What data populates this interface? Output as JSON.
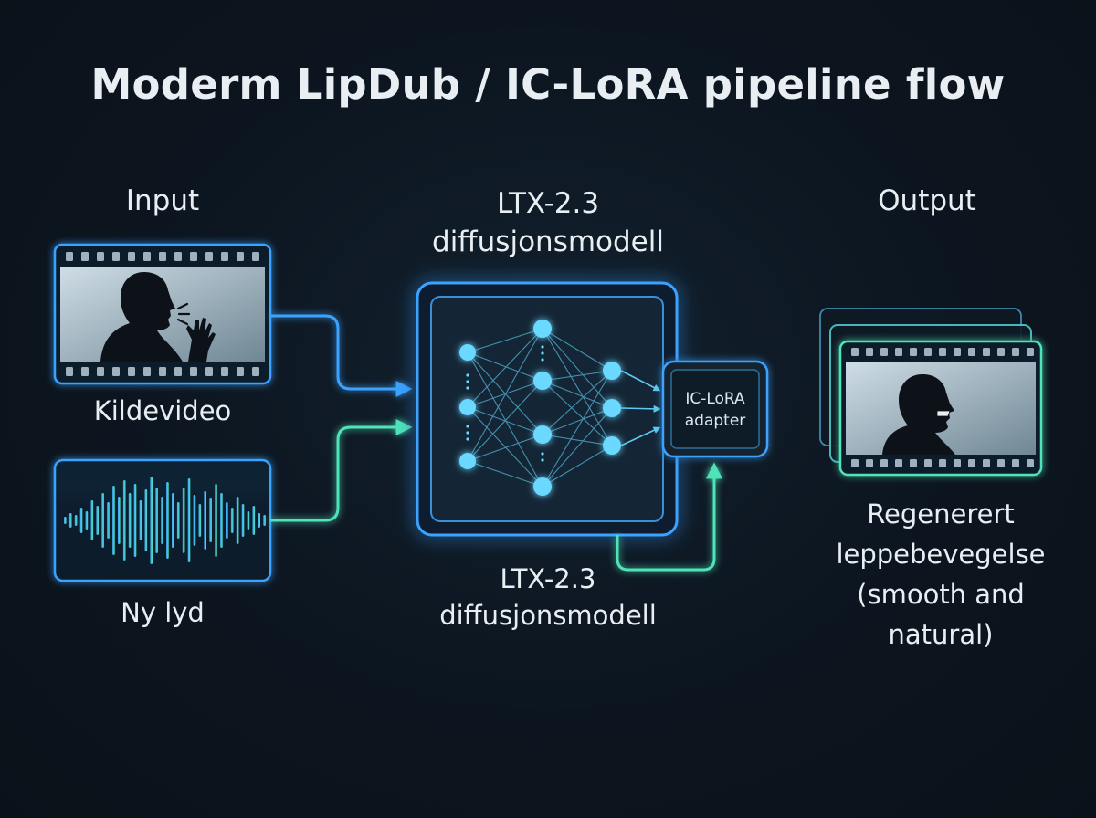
{
  "title": "Moderm LipDub / IC-LoRA pipeline flow",
  "headers": {
    "input": "Input",
    "model": "LTX-2.3\ndiffusjonsmodell",
    "output": "Output"
  },
  "inputs": {
    "video_label": "Kildevideo",
    "audio_label": "Ny lyd"
  },
  "model": {
    "bottom_label": "LTX-2.3\ndiffusjonsmodell",
    "adapter_label": "IC-LoRA\nadapter"
  },
  "output": {
    "label": "Regenerert\nleppebevegelse\n(smooth and\nnatural)"
  },
  "colors": {
    "background": "#0b141d",
    "blue": "#3aa3ff",
    "teal": "#4fe3b8",
    "node": "#6ad8ff"
  }
}
